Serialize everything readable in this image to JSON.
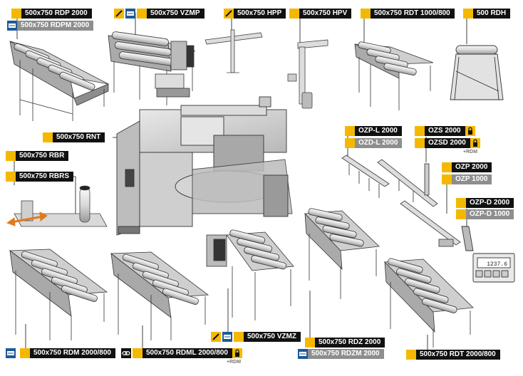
{
  "labels": {
    "rdp2000": "500x750 RDP 2000",
    "rdpm2000": "500x750 RDPM 2000",
    "vzmp": "500x750 VZMP",
    "hpp": "500x750 HPP",
    "hpv": "500x750 HPV",
    "rdt1000": "500x750 RDT 1000/800",
    "rdh": "500 RDH",
    "rnt": "500x750 RNT",
    "rbr": "500x750 RBR",
    "rbrs": "500x750 RBRS",
    "ozpl": "OZP-L 2000",
    "ozdl": "OZD-L 2000",
    "ozs": "OZS 2000",
    "ozsd": "OZSD 2000",
    "ozp2000": "OZP 2000",
    "ozp1000": "OZP 1000",
    "ozpd2000": "OZP-D 2000",
    "ozpd1000": "OZP-D 1000",
    "rdm": "500x750 RDM 2000/800",
    "rdml": "500x750 RDML 2000/800",
    "vzmz": "500x750 VZMZ",
    "rdz": "500x750 RDZ 2000",
    "rdzm": "500x750 RDZM 2000",
    "rdt2000": "500x750 RDT 2000/800"
  },
  "notes": {
    "rdm_note": "+RDM",
    "rdml_note": "+RDM"
  },
  "panel": {
    "readout": "1237.6"
  },
  "colors": {
    "accent": "#f5b800",
    "label_dark": "#111111",
    "label_gray": "#8e8e8e",
    "arrow": "#e07a1e"
  },
  "icons": {
    "pencil": "pencil-icon",
    "roller": "roller-icon",
    "chain": "chain-icon",
    "padlock": "padlock-icon"
  }
}
